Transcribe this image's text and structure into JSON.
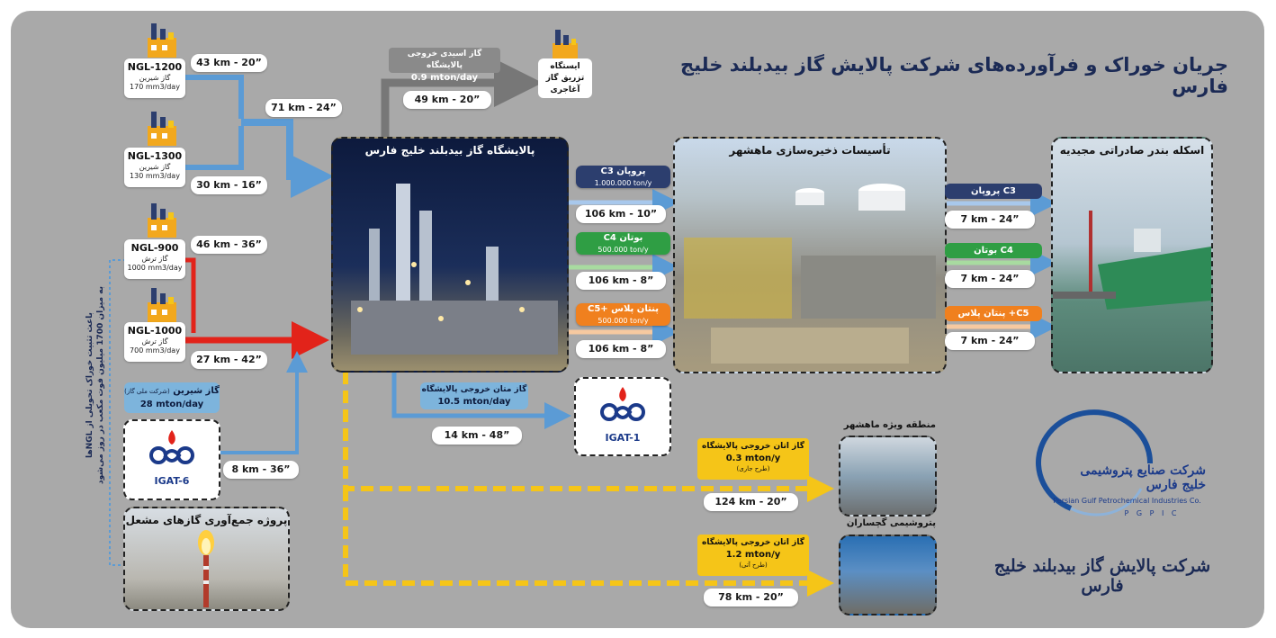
{
  "title": "جریان خوراک و فرآورده‌های شرکت پالایش گاز بیدبلند خلیج فارس",
  "colors": {
    "blue_flow": "#5b9bd5",
    "red_flow": "#e2231a",
    "grey_flow": "#777777",
    "yellow_flow": "#f5c518",
    "c3": "#2c3e6e",
    "c4": "#2f9e44",
    "c5": "#f0801e"
  },
  "ngl": [
    {
      "name": "NGL-1200",
      "gas": "گاز شیرین",
      "flow": "170 mm3/day",
      "distance": "43 km - 20”"
    },
    {
      "name": "NGL-1300",
      "gas": "گاز شیرین",
      "flow": "130 mm3/day",
      "distance": "30 km - 16”"
    },
    {
      "name": "NGL-900",
      "gas": "گاز ترش",
      "flow": "1000 mm3/day",
      "distance": "46 km - 36”"
    },
    {
      "name": "NGL-1000",
      "gas": "گاز ترش",
      "flow": "700 mm3/day",
      "distance": "27 km - 42”"
    }
  ],
  "merge_distance": "71 km - 24”",
  "refinery": {
    "label": "پالایشگاه گاز بیدبلند خلیج فارس"
  },
  "acid_gas": {
    "label": "گاز اسیدی خروجی پالایشگاه",
    "rate": "0.9 mton/day",
    "distance": "49 km - 20”"
  },
  "aghajari": {
    "label_l1": "ایستگاه",
    "label_l2": "تزریق گاز",
    "label_l3": "آغاجری"
  },
  "sweet_gas": {
    "label": "گاز شیرین",
    "note": "(شرکت ملی گاز)",
    "rate": "28 mton/day"
  },
  "igat6": {
    "name": "IGAT-6",
    "distance": "8 km - 36”"
  },
  "igat1": {
    "name": "IGAT-1"
  },
  "methane": {
    "label": "گاز متان خروجی پالایشگاه",
    "rate": "10.5 mton/day",
    "distance": "14 km - 48”"
  },
  "flare": {
    "label": "پروژه جمع‌آوری گازهای مشعل"
  },
  "side_note": {
    "line1": "باعث تثبیت خوراک تحویلی از NGLها",
    "line2": "به میزان 1700 میلیون فوت مکعب در روز می‌شود"
  },
  "storage": {
    "label": "تأسیسات ذخیره‌سازی ماهشهر"
  },
  "port": {
    "label": "اسکله بندر صادراتی مجیدیه"
  },
  "products_out": [
    {
      "name": "پروپان C3",
      "rate": "1.000.000 ton/y",
      "distance": "106 km - 10”"
    },
    {
      "name": "بوتان C4",
      "rate": "500.000 ton/y",
      "distance": "106 km - 8”"
    },
    {
      "name": "پنتان پلاس +C5",
      "rate": "500.000 ton/y",
      "distance": "106 km - 8”"
    }
  ],
  "products_port": [
    {
      "name": "پروپان C3",
      "distance": "7 km - 24”"
    },
    {
      "name": "بوتان C4",
      "distance": "7 km - 24”"
    },
    {
      "name": "پنتان پلاس +C5",
      "distance": "7 km - 24”"
    }
  ],
  "ethane1": {
    "label": "گاز اتان خروجی پالایشگاه",
    "rate": "0.3 mton/y",
    "note": "(طرح جاری)",
    "distance": "124 km - 20”",
    "dest": "منطقه ویژه ماهشهر"
  },
  "ethane2": {
    "label": "گاز اتان خروجی پالایشگاه",
    "rate": "1.2 mton/y",
    "note": "(طرح آتی)",
    "distance": "78 km - 20”",
    "dest": "پتروشیمی گچساران"
  },
  "logo": {
    "fa": "شرکت صنایع پتروشیمی خلیج فارس",
    "en": "Persian Gulf Petrochemical Industries Co.",
    "abbr": "P G P I C",
    "company": "شرکت پالایش گاز بیدبلند خلیج فارس"
  }
}
